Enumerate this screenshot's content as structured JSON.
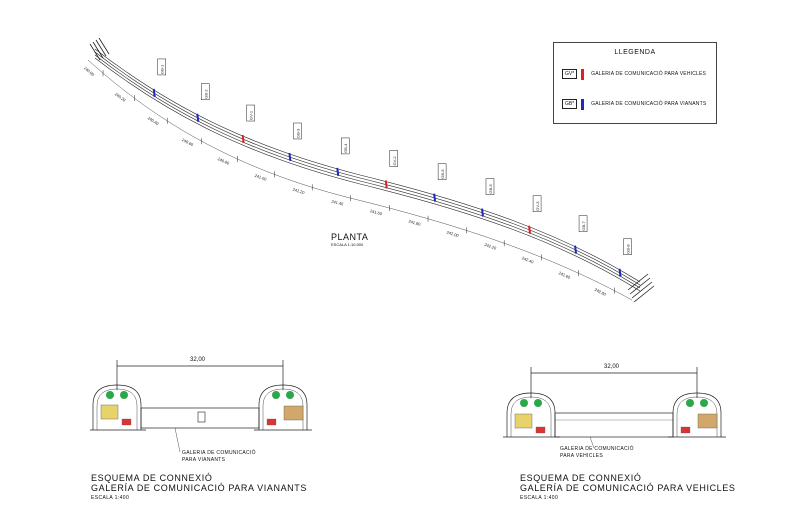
{
  "legend": {
    "title": "LLEGENDA",
    "items": [
      {
        "tag": "GV*",
        "color": "#e02020",
        "label": "GALERIA DE COMUNICACIÓ PARA VEHICLES"
      },
      {
        "tag": "GB*",
        "color": "#1a2bbf",
        "label": "GALERIA DE COMUNICACIÓ PARA VIANANTS"
      }
    ]
  },
  "plan": {
    "title": "PLANTA",
    "scale": "ESCALA 1:10.000",
    "pk_labels": [
      "240.00",
      "240.20",
      "240.40",
      "240.60",
      "240.80",
      "241.00",
      "241.20",
      "241.40",
      "241.60",
      "241.80",
      "242.00",
      "242.20",
      "242.40",
      "242.60",
      "242.80"
    ],
    "gallery_tags": [
      "GB-1",
      "GB-2",
      "GV-1",
      "GB-3",
      "GB-4",
      "GV-2",
      "GB-5",
      "GB-6",
      "GV-3",
      "GB-7",
      "GB-8"
    ],
    "gallery_types": [
      "GB",
      "GB",
      "GV",
      "GB",
      "GB",
      "GV",
      "GB",
      "GB",
      "GV",
      "GB",
      "GB"
    ]
  },
  "sections": [
    {
      "dimension": "32,00",
      "gallery_label": [
        "GALERIA DE COMUNICACIÓ",
        "PARA VIANANTS"
      ],
      "title_line1": "ESQUEMA DE CONNEXIÓ",
      "title_line2": "GALERÍA DE COMUNICACIÓ PARA VIANANTS",
      "scale": "ESCALA 1:400"
    },
    {
      "dimension": "32,00",
      "gallery_label": [
        "GALERIA DE COMUNICACIÓ",
        "PARA VEHICLES"
      ],
      "title_line1": "ESQUEMA DE CONNEXIÓ",
      "title_line2": "GALERÍA DE COMUNICACIÓ PARA VEHICLES",
      "scale": "ESCALA 1:400"
    }
  ]
}
